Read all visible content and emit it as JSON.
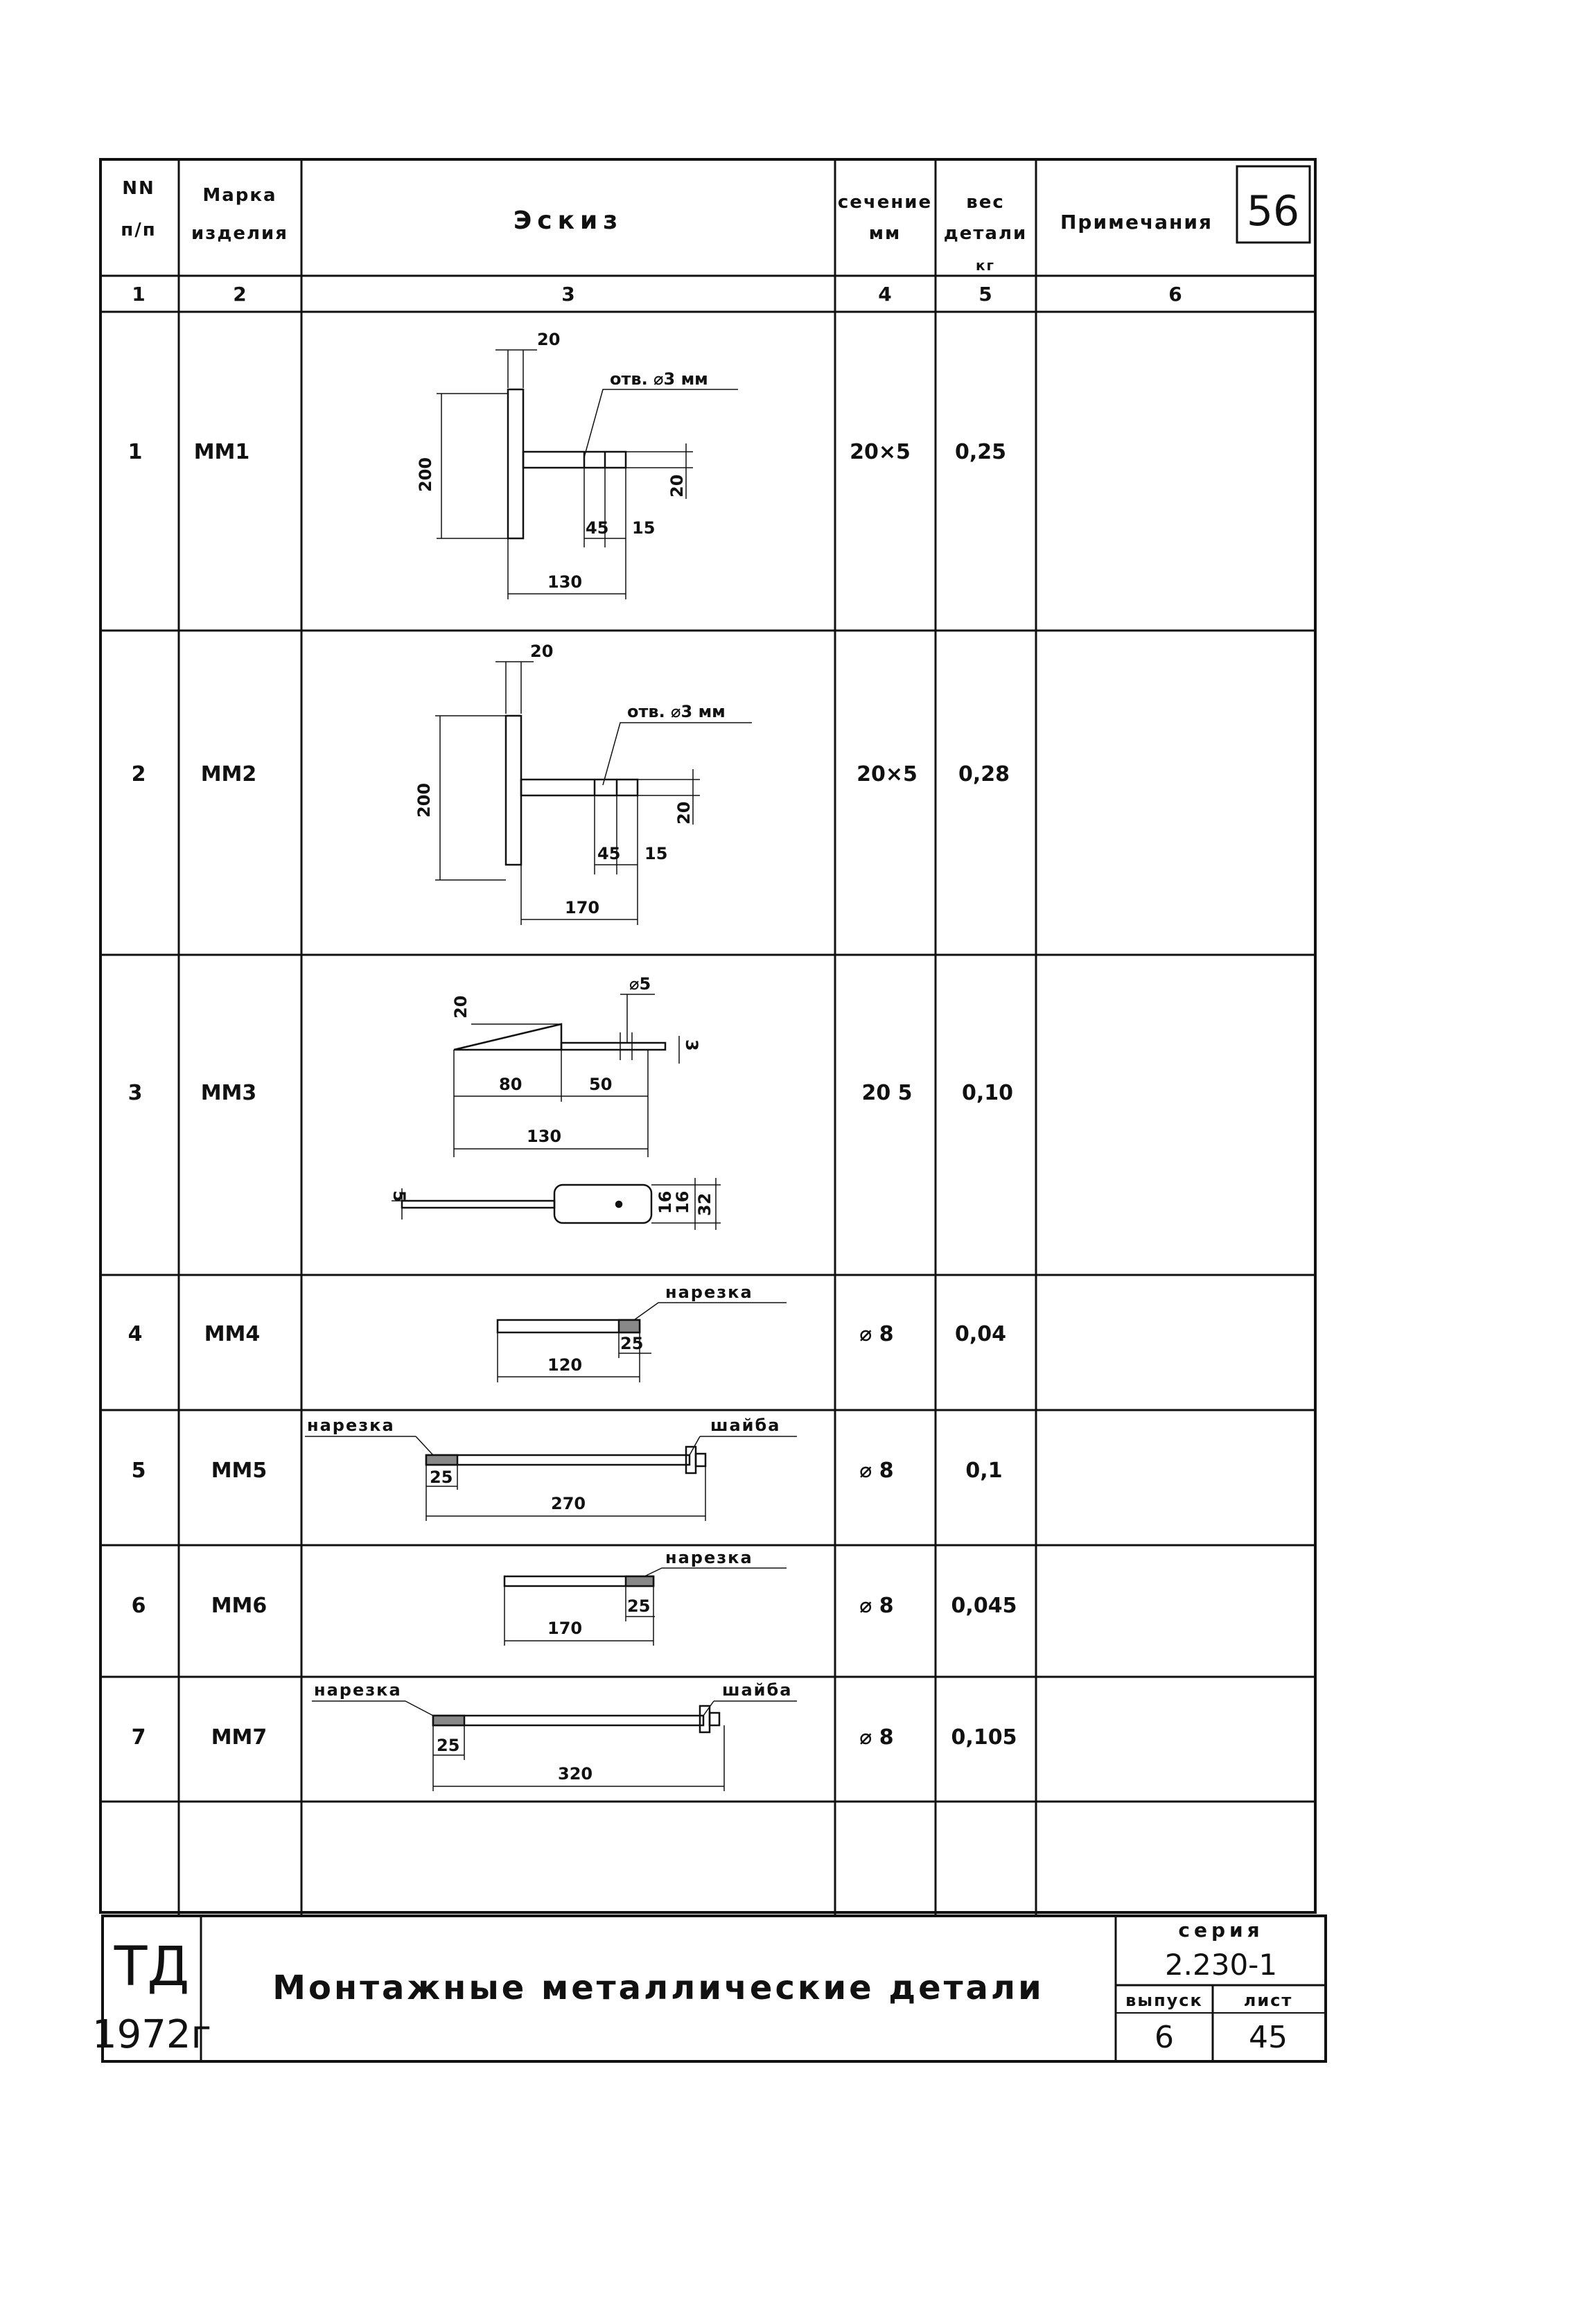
{
  "page_number": "56",
  "header": {
    "col1": [
      "NN",
      "п/п"
    ],
    "col2": [
      "Марка",
      "изделия"
    ],
    "col3": "Эскиз",
    "col4": [
      "сечение",
      "мм"
    ],
    "col5": [
      "вес",
      "детали",
      "кг"
    ],
    "col6": "Примечания"
  },
  "col_numbers": [
    "1",
    "2",
    "3",
    "4",
    "5",
    "6"
  ],
  "rows": [
    {
      "n": "1",
      "mark": "ММ1",
      "section": "20×5",
      "weight": "0,25"
    },
    {
      "n": "2",
      "mark": "ММ2",
      "section": "20×5",
      "weight": "0,28"
    },
    {
      "n": "3",
      "mark": "ММ3",
      "section": "20 5",
      "weight": "0,10"
    },
    {
      "n": "4",
      "mark": "ММ4",
      "section": "⌀ 8",
      "weight": "0,04"
    },
    {
      "n": "5",
      "mark": "ММ5",
      "section": "⌀ 8",
      "weight": "0,1"
    },
    {
      "n": "6",
      "mark": "ММ6",
      "section": "⌀ 8",
      "weight": "0,045"
    },
    {
      "n": "7",
      "mark": "ММ7",
      "section": "⌀ 8",
      "weight": "0,105"
    }
  ],
  "sketches": {
    "mm1": {
      "top": "20",
      "hole": "отв. ⌀3 мм",
      "height": "200",
      "d45": "45",
      "d15": "15",
      "d20": "20",
      "total": "130"
    },
    "mm2": {
      "top": "20",
      "hole": "отв. ⌀3 мм",
      "height": "200",
      "d45": "45",
      "d15": "15",
      "d20": "20",
      "total": "170"
    },
    "mm3": {
      "d20": "20",
      "phi": "⌀5",
      "d3": "3",
      "d80": "80",
      "d50": "50",
      "total": "130",
      "d5": "5",
      "d16a": "16",
      "d16b": "16",
      "d32": "32"
    },
    "mm4": {
      "label": "нарезка",
      "len": "120",
      "d25": "25"
    },
    "mm5": {
      "label1": "нарезка",
      "label2": "шайба",
      "d25": "25",
      "len": "270"
    },
    "mm6": {
      "label": "нарезка",
      "len": "170",
      "d25": "25"
    },
    "mm7": {
      "label1": "нарезка",
      "label2": "шайба",
      "d25": "25",
      "len": "320"
    }
  },
  "footer": {
    "logo": "ТД",
    "year": "1972г",
    "title": "Монтажные металлические детали",
    "series_label": "серия",
    "series": "2.230-1",
    "issue_label": "выпуск",
    "issue": "6",
    "sheet_label": "лист",
    "sheet": "45"
  }
}
